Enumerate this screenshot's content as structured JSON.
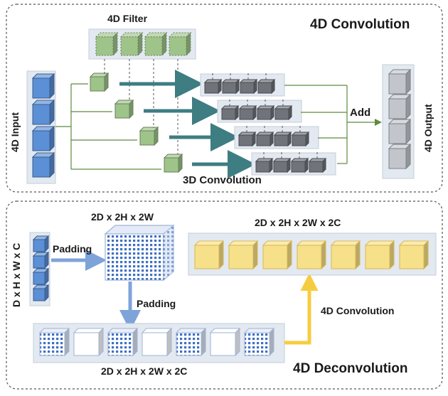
{
  "conv": {
    "title": "4D Convolution",
    "filter_label": "4D Filter",
    "input_label": "4D Input",
    "output_label": "4D Output",
    "add_label": "Add",
    "conv3d_label": "3D Convolution"
  },
  "deconv": {
    "title": "4D Deconvolution",
    "input_label": "D x H x W x C",
    "padding_label_1": "Padding",
    "padded_label": "2D x 2H x 2W",
    "padding_label_2": "Padding",
    "bottom_label": "2D x 2H x 2W x 2C",
    "conv_label": "4D Convolution",
    "output_label": "2D x 2H x 2W x 2C"
  },
  "colors": {
    "blue_cube": "#5b8fd6",
    "green_cube": "#9fc48a",
    "gray_cube": "#6f737a",
    "light_gray_cube": "#c2c6cc",
    "yellow_cube": "#f7e08a",
    "arrow_teal": "#3e7d82",
    "arrow_blue": "#7ea3d9",
    "arrow_yellow": "#f6cc3f",
    "line_green": "#5e8a3c"
  }
}
